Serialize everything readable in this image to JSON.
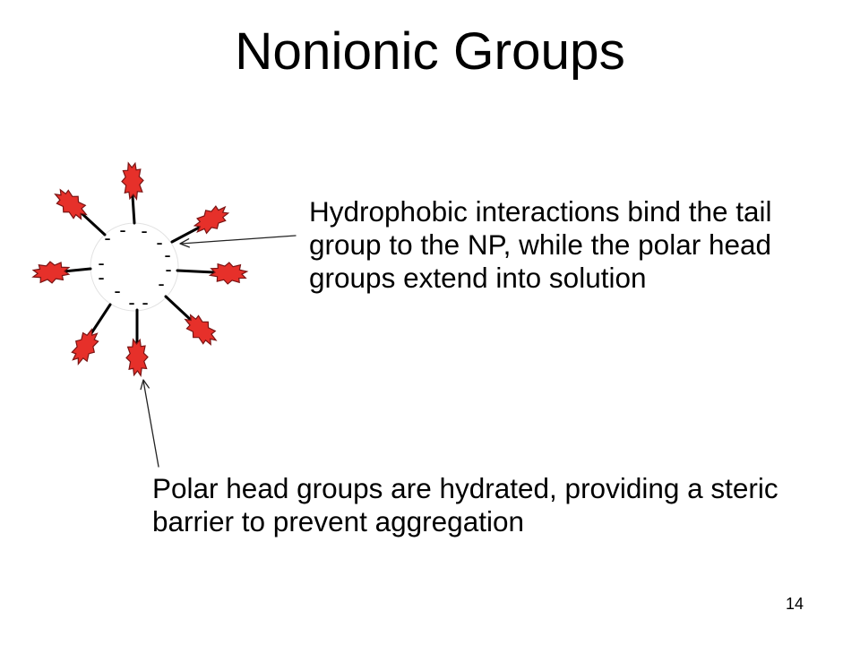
{
  "slide": {
    "title": "Nonionic Groups",
    "page_number": "14"
  },
  "diagram": {
    "charge_symbol": "-",
    "colors": {
      "head": "#e6302a",
      "head_outline": "#7a1414"
    }
  },
  "annotations": {
    "tail_binding": {
      "lines": [
        "Hydrophobic interactions bind the tail",
        "group to the NP, while the polar head",
        "groups extend into solution"
      ]
    },
    "head_hydration": {
      "lines": [
        "Polar head groups are hydrated, providing a steric",
        "barrier to prevent aggregation"
      ]
    }
  }
}
